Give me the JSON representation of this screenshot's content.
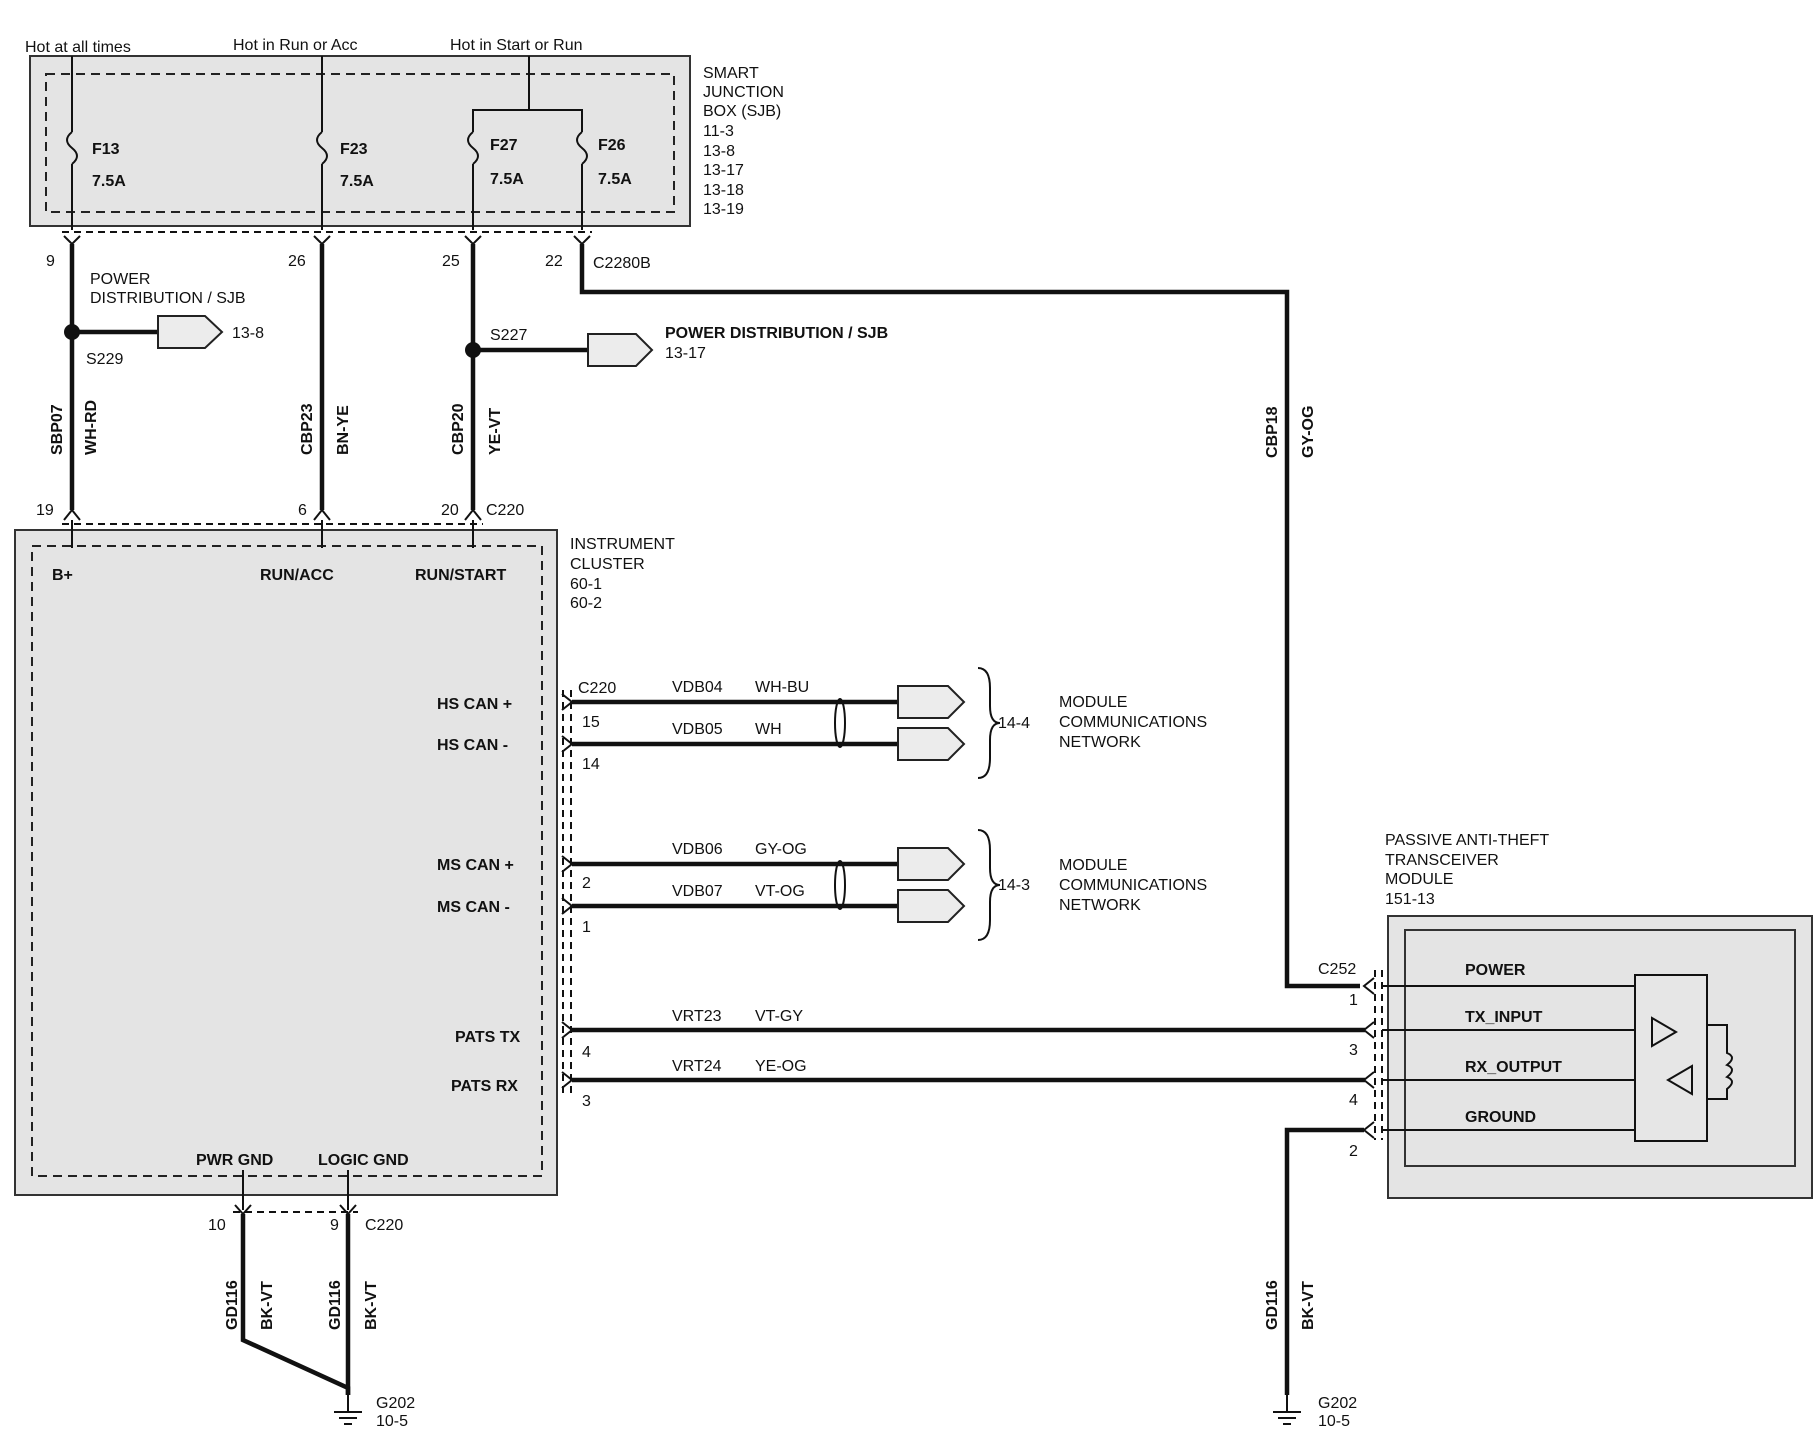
{
  "supply": {
    "hot_at_all_times": "Hot at all times",
    "hot_run_acc": "Hot in Run or Acc",
    "hot_start_run": "Hot in Start or Run"
  },
  "sjb": {
    "title": [
      "SMART",
      "JUNCTION",
      "BOX (SJB)"
    ],
    "refs": [
      "11-3",
      "13-8",
      "13-17",
      "13-18",
      "13-19"
    ],
    "fuses": [
      {
        "id": "F13",
        "rating": "7.5A"
      },
      {
        "id": "F23",
        "rating": "7.5A"
      },
      {
        "id": "F27",
        "rating": "7.5A"
      },
      {
        "id": "F26",
        "rating": "7.5A"
      }
    ],
    "pins": [
      "9",
      "26",
      "25",
      "22"
    ],
    "connector": "C2280B"
  },
  "splices": {
    "s229": {
      "id": "S229",
      "label": [
        "POWER",
        "DISTRIBUTION / SJB"
      ],
      "ref": "13-8"
    },
    "s227": {
      "id": "S227",
      "label": "POWER DISTRIBUTION / SJB",
      "ref": "13-17"
    }
  },
  "wires": {
    "sbp07": {
      "circuit": "SBP07",
      "color": "WH-RD"
    },
    "cbp23": {
      "circuit": "CBP23",
      "color": "BN-YE"
    },
    "cbp20": {
      "circuit": "CBP20",
      "color": "YE-VT"
    },
    "cbp18": {
      "circuit": "CBP18",
      "color": "GY-OG"
    },
    "gd116_a": {
      "circuit": "GD116",
      "color": "BK-VT"
    },
    "gd116_b": {
      "circuit": "GD116",
      "color": "BK-VT"
    },
    "gd116_c": {
      "circuit": "GD116",
      "color": "BK-VT"
    }
  },
  "cluster": {
    "title": [
      "INSTRUMENT",
      "CLUSTER",
      "60-1",
      "60-2"
    ],
    "top_pins": [
      "19",
      "6",
      "20"
    ],
    "top_connector": "C220",
    "inputs": [
      "B+",
      "RUN/ACC",
      "RUN/START"
    ],
    "signals": [
      {
        "label": "HS CAN +",
        "pin": "15",
        "circuit": "VDB04",
        "color": "WH-BU"
      },
      {
        "label": "HS CAN -",
        "pin": "14",
        "circuit": "VDB05",
        "color": "WH"
      },
      {
        "label": "MS CAN +",
        "pin": "2",
        "circuit": "VDB06",
        "color": "GY-OG"
      },
      {
        "label": "MS CAN -",
        "pin": "1",
        "circuit": "VDB07",
        "color": "VT-OG"
      },
      {
        "label": "PATS TX",
        "pin": "4",
        "circuit": "VRT23",
        "color": "VT-GY"
      },
      {
        "label": "PATS RX",
        "pin": "3",
        "circuit": "VRT24",
        "color": "YE-OG"
      }
    ],
    "side_connector": "C220",
    "grounds": [
      "PWR GND",
      "LOGIC GND"
    ],
    "ground_pins": [
      "10",
      "9"
    ],
    "ground_connector": "C220"
  },
  "networks": [
    {
      "ref": "14-4",
      "label": [
        "MODULE",
        "COMMUNICATIONS",
        "NETWORK"
      ]
    },
    {
      "ref": "14-3",
      "label": [
        "MODULE",
        "COMMUNICATIONS",
        "NETWORK"
      ]
    }
  ],
  "pats": {
    "title": [
      "PASSIVE ANTI-THEFT",
      "TRANSCEIVER",
      "MODULE",
      "151-13"
    ],
    "connector": "C252",
    "pins": [
      "1",
      "3",
      "4",
      "2"
    ],
    "signals": [
      "POWER",
      "TX_INPUT",
      "RX_OUTPUT",
      "GROUND"
    ]
  },
  "grounds": [
    {
      "id": "G202",
      "ref": "10-5"
    },
    {
      "id": "G202",
      "ref": "10-5"
    }
  ]
}
